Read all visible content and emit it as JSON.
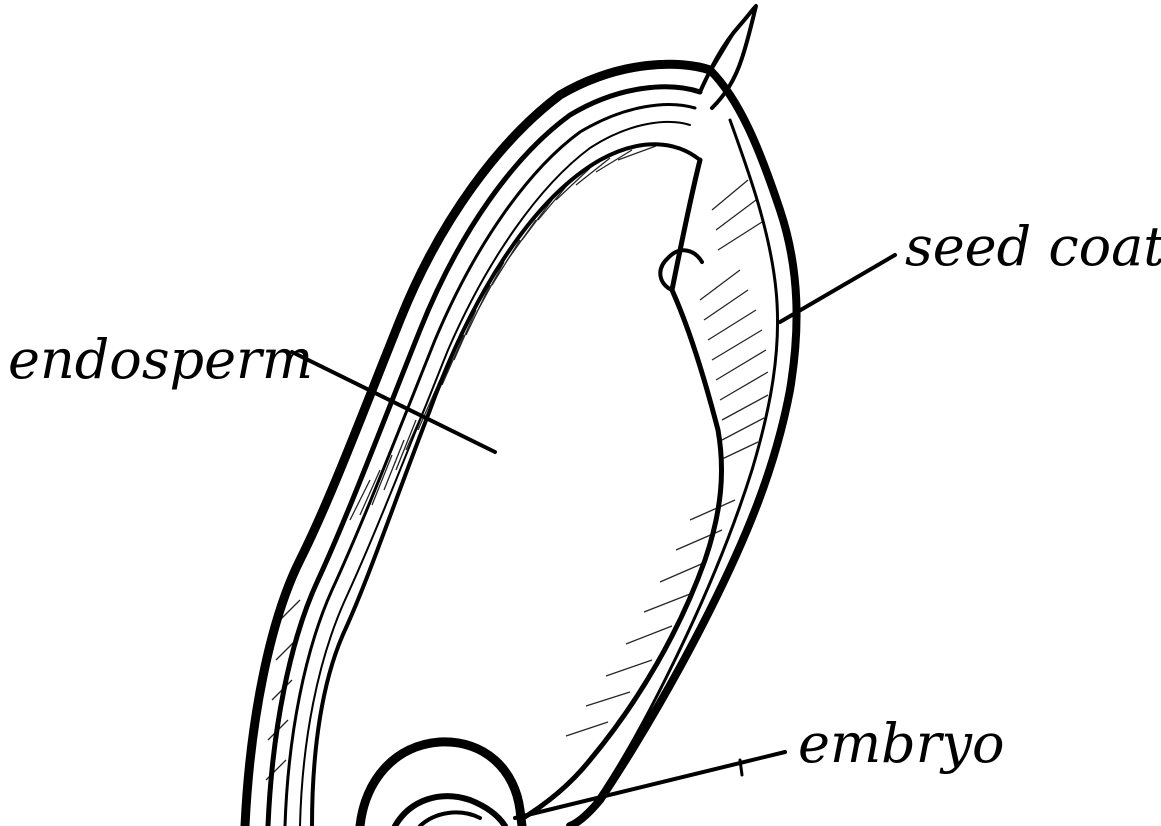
{
  "labels": {
    "endosperm": "endosperm",
    "seed_coat": "seed coat",
    "embryo": "embryo"
  },
  "colors": {
    "ink": "#000000",
    "background": "#ffffff"
  }
}
